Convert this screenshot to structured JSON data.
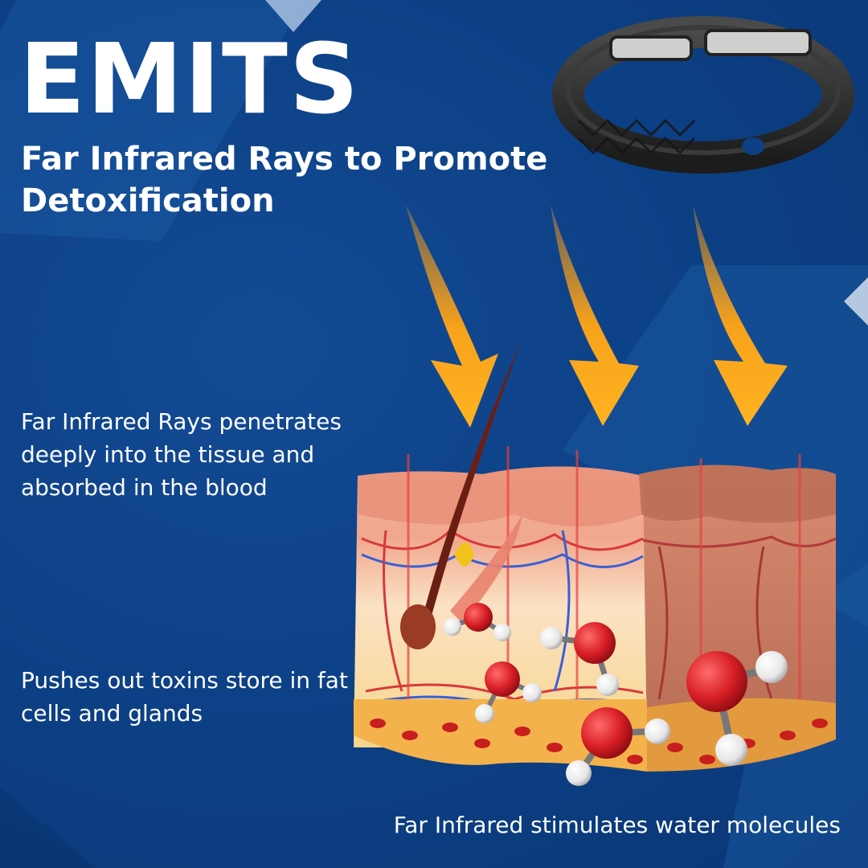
{
  "headline": "EMITS",
  "subheadline": "Far Infrared Rays to Promote Detoxification",
  "captions": {
    "penetration": "Far Infrared Rays penetrates deeply into the tissue and absorbed in the blood",
    "toxins": "Pushes out toxins store in fat cells and glands",
    "water": "Far Infrared stimulates water molecules"
  },
  "colors": {
    "background": "#0c3f84",
    "text": "#ffffff",
    "ray_arrow": "#f7a21b",
    "bracelet": "#2b2b2b",
    "molecule_oxygen": "#d81f26",
    "molecule_hydrogen": "#ffffff"
  },
  "icons": {
    "product": "bracelet",
    "rays": "curved-down-arrow",
    "tissue": "skin-cross-section",
    "molecule": "water-molecule"
  }
}
